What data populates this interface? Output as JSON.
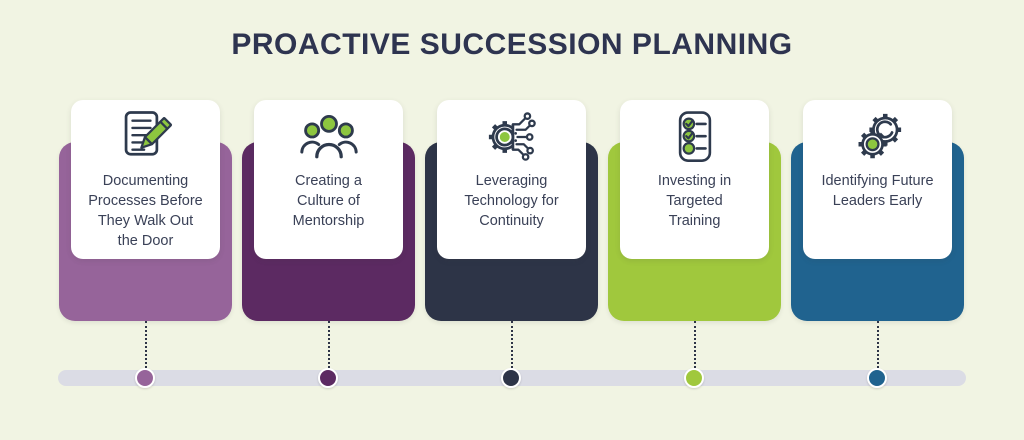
{
  "title": "PROACTIVE SUCCESSION PLANNING",
  "colors": {
    "background": "#f1f4e3",
    "title_text": "#2e3450",
    "label_text": "#3a4157",
    "icon_accent_green": "#8dc63f",
    "icon_stroke_navy": "#2e3a4d",
    "timeline_bar": "#dbdce5",
    "connector_dots": "#2e3447"
  },
  "steps": [
    {
      "label": "Documenting\nProcesses Before\nThey Walk Out\nthe Door",
      "color": "#96649a",
      "icon": "document-pencil-icon"
    },
    {
      "label": "Creating a\nCulture of\nMentorship",
      "color": "#5c2a62",
      "icon": "team-icon"
    },
    {
      "label": "Leveraging\nTechnology for\nContinuity",
      "color": "#2d3447",
      "icon": "tech-gear-icon"
    },
    {
      "label": "Investing in\nTargeted\nTraining",
      "color": "#a0c83d",
      "icon": "checklist-icon"
    },
    {
      "label": "Identifying Future\nLeaders Early",
      "color": "#20638f",
      "icon": "gears-icon"
    }
  ]
}
